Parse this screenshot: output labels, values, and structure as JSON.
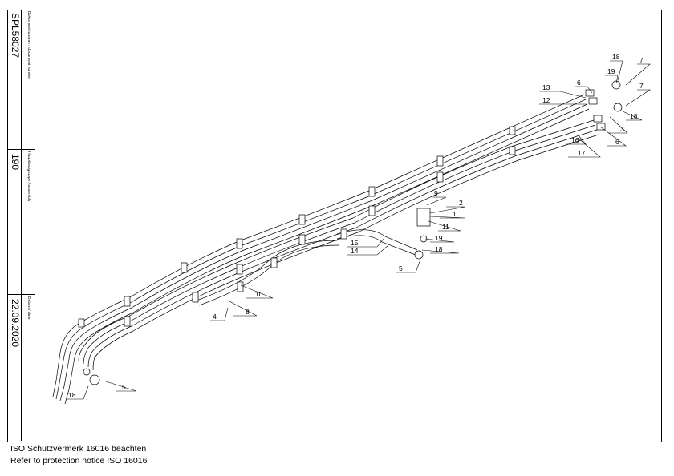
{
  "title_block": {
    "doc_label": "Dokumentnummer / document number",
    "doc_number": "SPL58027",
    "assembly_label": "Hauptbaugruppe / assembly",
    "assembly_value": "190",
    "date_label": "Datum / date",
    "date_value": "22.09.2020"
  },
  "notes": {
    "line1": "ISO Schutzvermerk 16016 beachten",
    "line2": "Refer to protection notice ISO 16016"
  },
  "callouts": [
    "18",
    "19",
    "7",
    "6",
    "13",
    "12",
    "7",
    "3",
    "18",
    "6",
    "16",
    "17",
    "9",
    "2",
    "1",
    "11",
    "19",
    "18",
    "15",
    "14",
    "5",
    "10",
    "8",
    "4",
    "5",
    "18"
  ]
}
